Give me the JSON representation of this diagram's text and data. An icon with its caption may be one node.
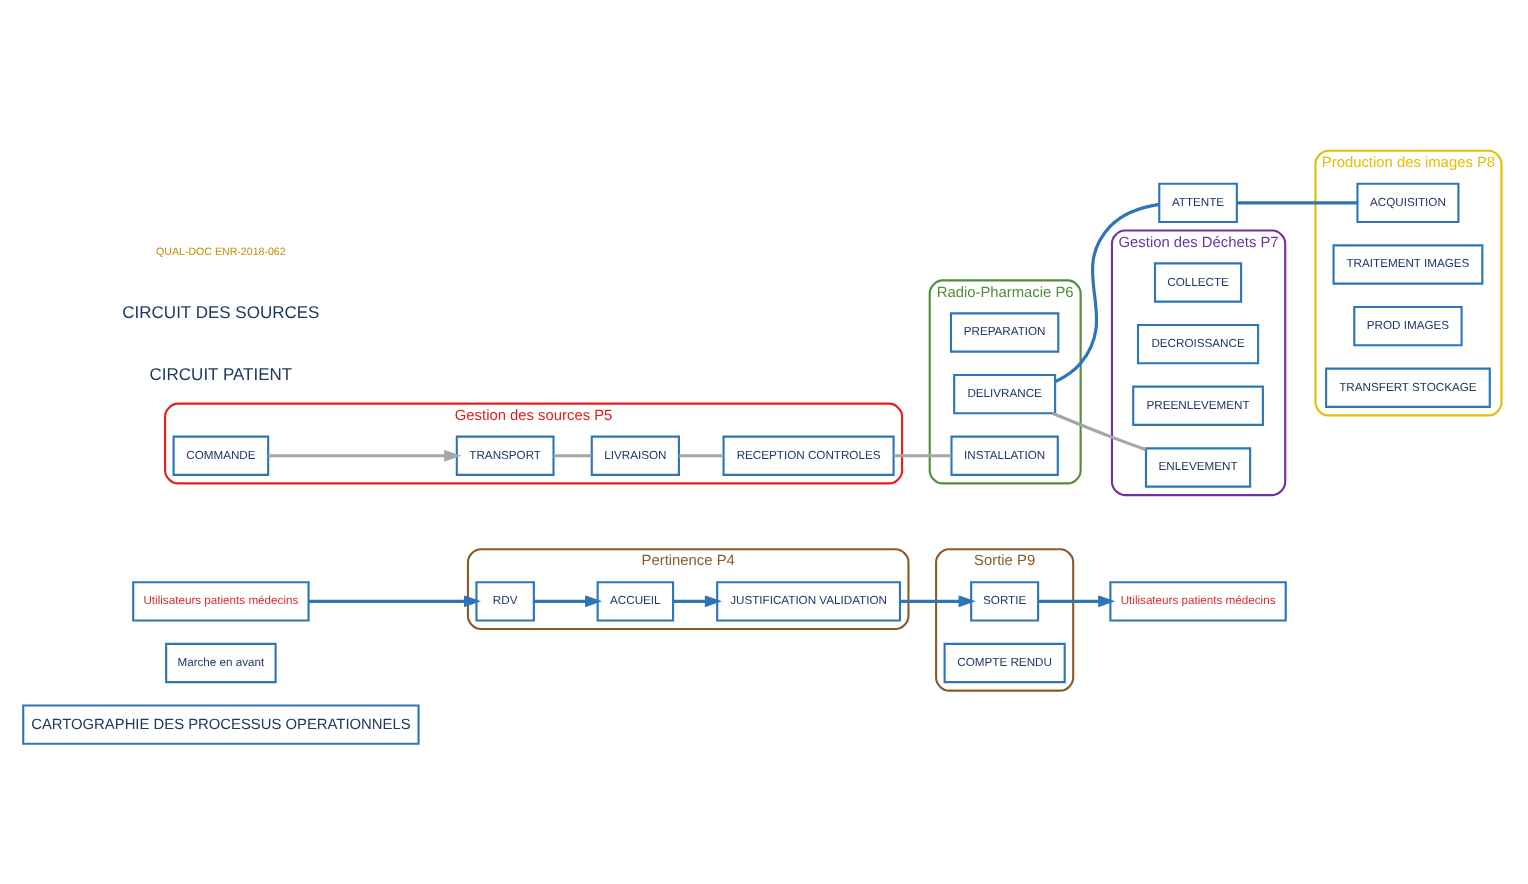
{
  "diagram": {
    "nodes": [
      {
        "text": [
          "CARTOGRAPHIE DES PROCESSUS OPERATIONNELS"
        ]
      },
      {
        "text": [
          "Marche en avant"
        ]
      },
      {
        "text": [
          "Utilisateurs patients médecins"
        ]
      },
      {
        "text": [
          "Pertinence P4"
        ]
      },
      {
        "text": [
          "RDV"
        ],
        "in": 3
      },
      {
        "text": [
          "ACCUEIL"
        ],
        "in": 3
      },
      {
        "text": [
          "JUSTIFICATION VALIDATION"
        ],
        "in": 3
      },
      {
        "text": [
          "Radio-Pharmacie P6"
        ]
      },
      {
        "text": [
          "PREPARATION"
        ],
        "in": 7
      },
      {
        "text": [
          "DELIVRANCE"
        ],
        "in": 7
      },
      {
        "text": [
          "INSTALLATION"
        ],
        "in": 7
      },
      {
        "text": [
          "ATTENTE"
        ]
      },
      {
        "text": [
          "Production des images P8"
        ]
      },
      {
        "text": [
          "ACQUISITION"
        ],
        "in": 12
      },
      {
        "text": [
          "TRAITEMENT IMAGES"
        ],
        "in": 12
      },
      {
        "text": [
          "PROD IMAGES"
        ],
        "in": 12
      },
      {
        "text": [
          "TRANSFERT STOCKAGE"
        ],
        "in": 12
      },
      {
        "text": [
          "Sortie P9"
        ]
      },
      {
        "text": [
          "SORTIE"
        ],
        "in": 17
      },
      {
        "text": [
          "COMPTE RENDU"
        ],
        "in": 17
      },
      {
        "text": [
          "Utilisateurs patients médecins"
        ]
      },
      {
        "text": [
          "Gestion des Déchets P7"
        ]
      },
      {
        "text": [
          "COLLECTE"
        ],
        "in": 21
      },
      {
        "text": [
          "DECROISSANCE"
        ],
        "in": 21
      },
      {
        "text": [
          "PREENLEVEMENT"
        ],
        "in": 21
      },
      {
        "text": [
          "ENLEVEMENT"
        ],
        "in": 21
      },
      {
        "text": [
          "Gestion des sources P5"
        ]
      },
      {
        "text": [
          "RECEPTION CONTROLES"
        ],
        "in": 26
      },
      {
        "text": [
          "LIVRAISON"
        ],
        "in": 26
      },
      {
        "text": [
          "TRANSPORT"
        ],
        "in": 26
      },
      {
        "text": [
          "COMMANDE"
        ],
        "in": 26
      }
    ],
    "edges": [
      {
        "from": 2,
        "to": 4,
        "arrow": "to"
      },
      {
        "from": 4,
        "to": 5,
        "arrow": "to"
      },
      {
        "from": 5,
        "to": 6,
        "arrow": "to"
      },
      {
        "from": 6,
        "to": 18,
        "arrow": "to"
      },
      {
        "from": 9,
        "to": 11,
        "arrow": "none"
      },
      {
        "from": 11,
        "to": 13,
        "arrow": "none"
      },
      {
        "from": 18,
        "to": 20,
        "arrow": "to"
      },
      {
        "from": 30,
        "to": 29,
        "arrow": "to",
        "color": "#a6a6a6"
      },
      {
        "from": 29,
        "to": 28,
        "arrow": "none",
        "color": "#a6a6a6"
      },
      {
        "from": 28,
        "to": 27,
        "arrow": "none",
        "color": "#a6a6a6"
      },
      {
        "from": 27,
        "to": 10,
        "arrow": "none",
        "color": "#a6a6a6"
      },
      {
        "from": 9,
        "to": 25,
        "arrow": "none",
        "color": "#a6a6a6"
      }
    ],
    "labels": [
      "CIRCUIT PATIENT",
      "CIRCUIT DES SOURCES",
      "QUAL-DOC ENR-2018-062"
    ]
  }
}
